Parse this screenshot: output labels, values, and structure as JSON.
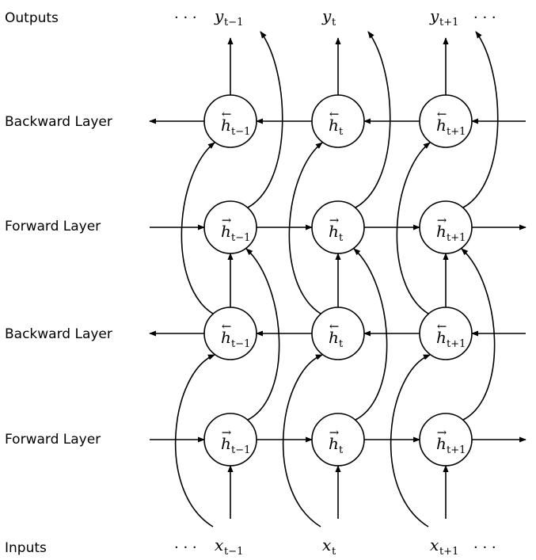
{
  "row_labels": {
    "outputs": "Outputs",
    "backward_top": "Backward Layer",
    "forward_top": "Forward Layer",
    "backward_bottom": "Backward Layer",
    "forward_bottom": "Forward Layer",
    "inputs": "Inputs"
  },
  "ellipsis": "· · ·",
  "outputs": [
    {
      "base": "y",
      "sub": "t−1"
    },
    {
      "base": "y",
      "sub": "t"
    },
    {
      "base": "y",
      "sub": "t+1"
    }
  ],
  "inputs": [
    {
      "base": "x",
      "sub": "t−1"
    },
    {
      "base": "x",
      "sub": "t"
    },
    {
      "base": "x",
      "sub": "t+1"
    }
  ],
  "layers": [
    {
      "direction": "backward",
      "base": "h",
      "arrow": "←",
      "subs": [
        "t−1",
        "t",
        "t+1"
      ]
    },
    {
      "direction": "forward",
      "base": "h",
      "arrow": "→",
      "subs": [
        "t−1",
        "t",
        "t+1"
      ]
    },
    {
      "direction": "backward",
      "base": "h",
      "arrow": "←",
      "subs": [
        "t−1",
        "t",
        "t+1"
      ]
    },
    {
      "direction": "forward",
      "base": "h",
      "arrow": "→",
      "subs": [
        "t−1",
        "t",
        "t+1"
      ]
    }
  ]
}
